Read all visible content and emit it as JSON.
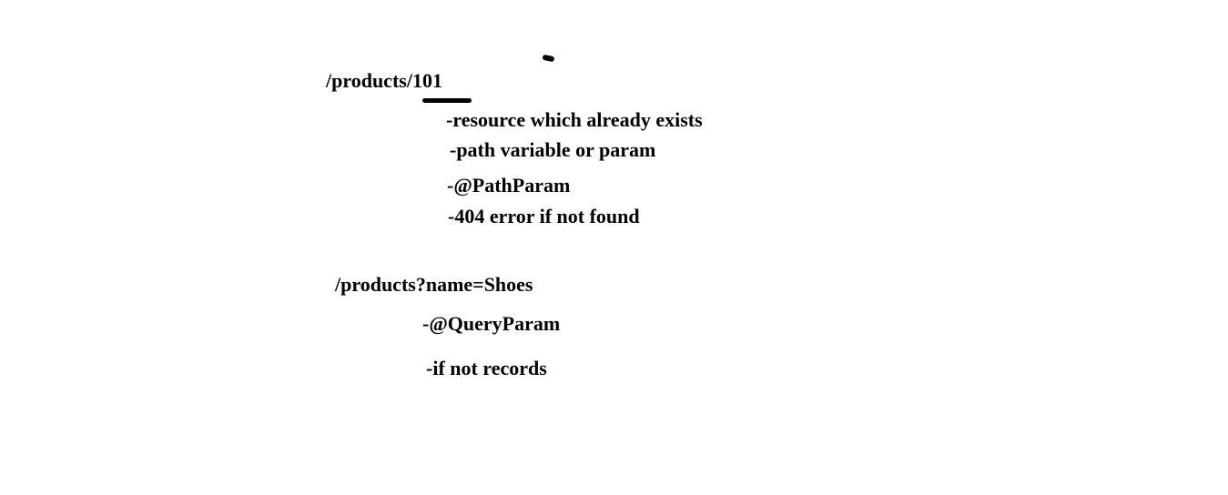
{
  "notes": {
    "path_example": "/products/101",
    "path_points": [
      "-resource which already exists",
      "-path variable or param",
      "-@PathParam",
      "-404 error if not found"
    ],
    "query_example": "/products?name=Shoes",
    "query_points": [
      "-@QueryParam",
      "-if not records"
    ]
  }
}
